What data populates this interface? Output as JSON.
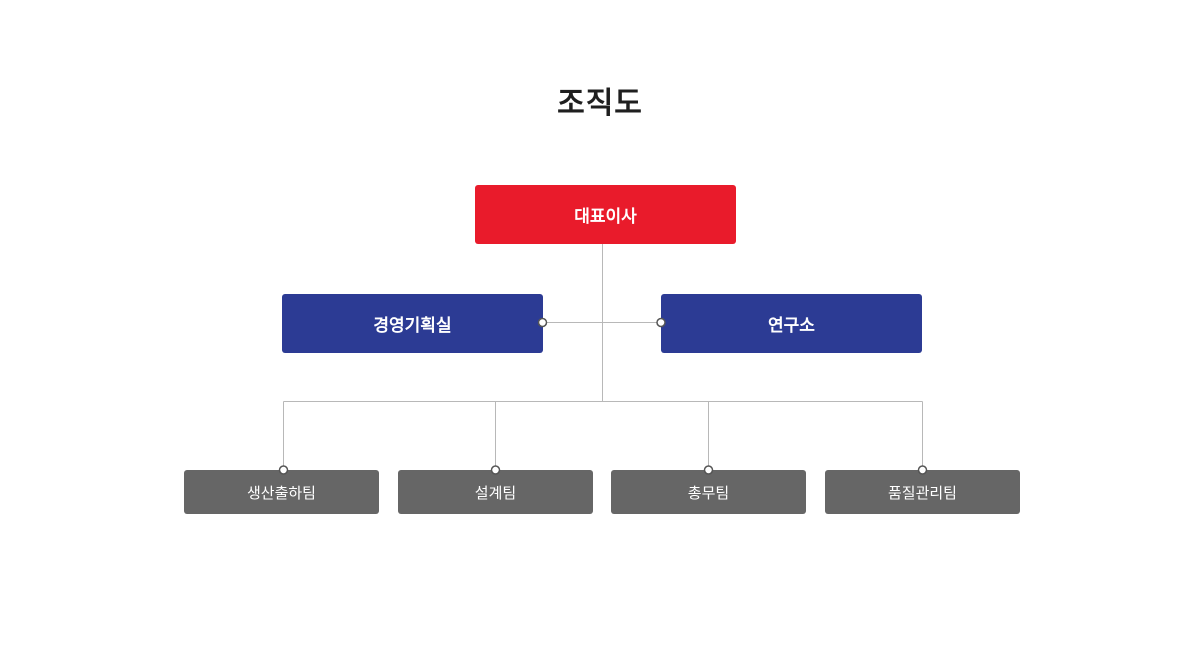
{
  "title": "조직도",
  "colors": {
    "ceo": "#e91b2b",
    "department": "#2c3b94",
    "team": "#666666",
    "connector": "#b8b8b8",
    "title_text": "#1f1f1f"
  },
  "org": {
    "ceo": {
      "label": "대표이사"
    },
    "departments": [
      {
        "label": "경영기획실"
      },
      {
        "label": "연구소"
      }
    ],
    "teams": [
      {
        "label": "생산출하팀"
      },
      {
        "label": "설계팀"
      },
      {
        "label": "총무팀"
      },
      {
        "label": "품질관리팀"
      }
    ]
  }
}
